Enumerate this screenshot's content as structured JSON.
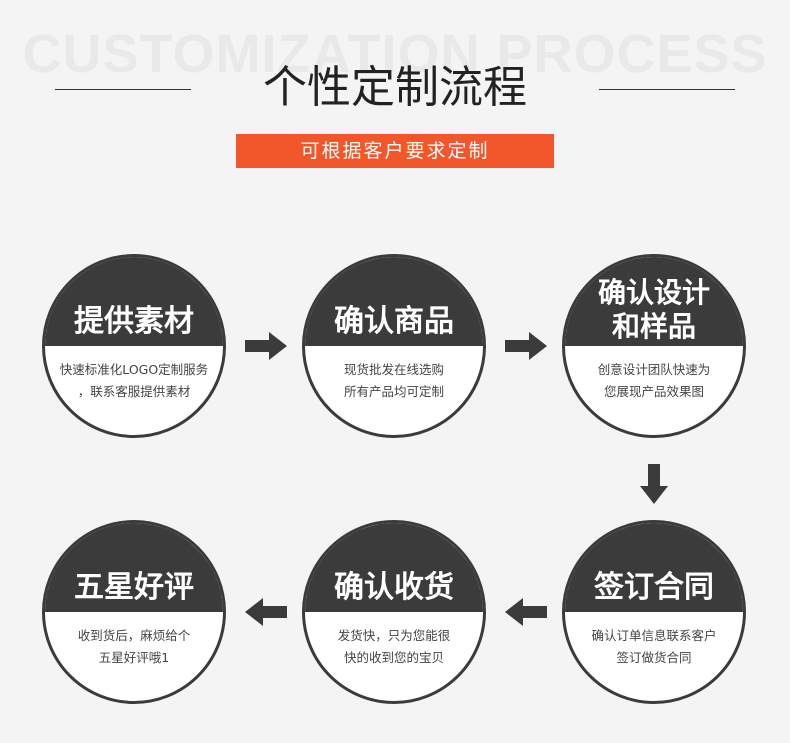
{
  "header": {
    "watermark": "CUSTOMIZATION PROCESS",
    "title": "个性定制流程",
    "subtitle": "可根据客户要求定制"
  },
  "steps": [
    {
      "title": "提供素材",
      "desc": "快速标准化LOGO定制服务\n，联系客服提供素材"
    },
    {
      "title": "确认商品",
      "desc": "现货批发在线选购\n所有产品均可定制"
    },
    {
      "title": "确认设计\n和样品",
      "desc": "创意设计团队快速为\n您展现产品效果图"
    },
    {
      "title": "签订合同",
      "desc": "确认订单信息联系客户\n签订做货合同"
    },
    {
      "title": "确认收货",
      "desc": "发货快，只为您能很\n快的收到您的宝贝"
    },
    {
      "title": "五星好评",
      "desc": "收到货后，麻烦给个\n五星好评哦1"
    }
  ],
  "colors": {
    "accent": "#f2572b",
    "dark": "#3b3b3b",
    "background": "#f4f4f4"
  },
  "icons": {
    "arrow_right": "arrow-right-icon",
    "arrow_down": "arrow-down-icon",
    "arrow_left": "arrow-left-icon"
  }
}
